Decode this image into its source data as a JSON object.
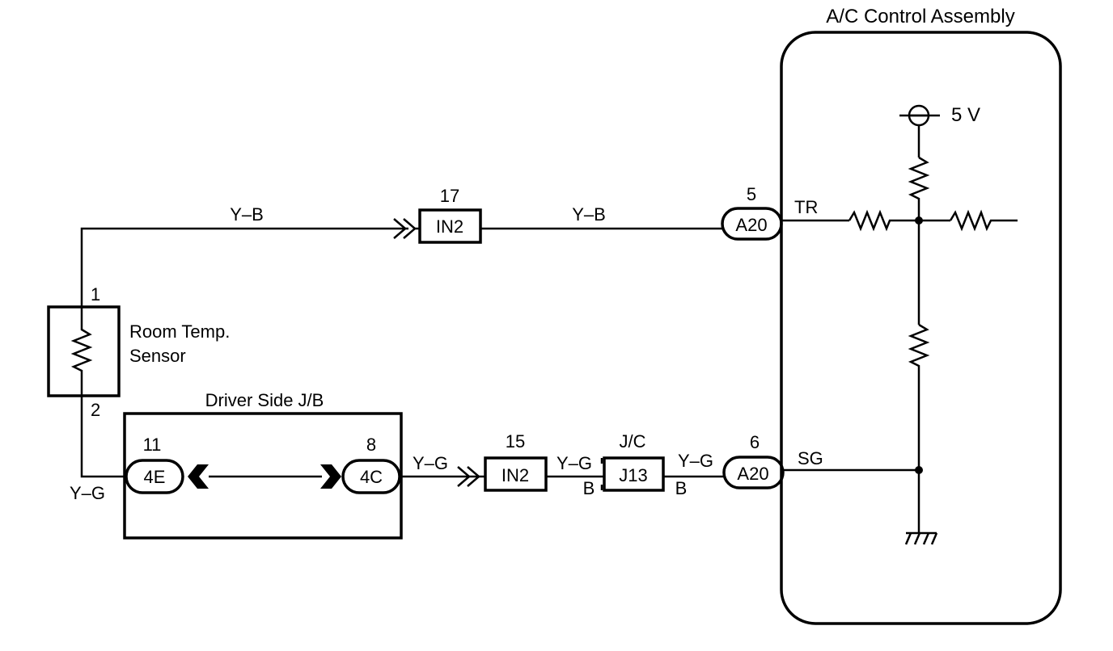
{
  "assembly": {
    "title": "A/C Control Assembly",
    "supply": "5 V",
    "tr": "TR",
    "sg": "SG"
  },
  "sensor": {
    "line1": "Room Temp.",
    "line2": "Sensor",
    "pin1": "1",
    "pin2": "2"
  },
  "jb": {
    "title": "Driver Side J/B",
    "left_pin": "11",
    "left_conn": "4E",
    "right_pin": "8",
    "right_conn": "4C"
  },
  "top_wire": {
    "color_left": "Y–B",
    "color_right": "Y–B",
    "connector": {
      "pin": "17",
      "label": "IN2"
    },
    "a20": {
      "pin": "5",
      "label": "A20"
    }
  },
  "bottom_wire": {
    "color_sensor": "Y–G",
    "color_jb_out": "Y–G",
    "connector": {
      "pin": "15",
      "label": "IN2"
    },
    "color_mid_top": "Y–G",
    "color_mid_bottom": "B",
    "jc": {
      "title": "J/C",
      "label": "J13"
    },
    "color_right_top": "Y–G",
    "color_right_bottom": "B",
    "a20": {
      "pin": "6",
      "label": "A20"
    }
  }
}
